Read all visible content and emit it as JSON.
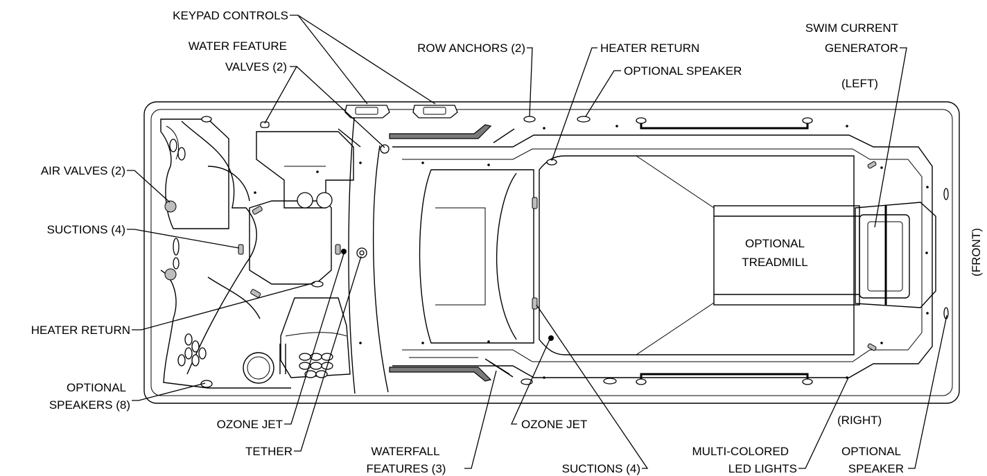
{
  "labels": {
    "keypad_controls": "KEYPAD CONTROLS",
    "water_feature_valves_line1": "WATER FEATURE",
    "water_feature_valves_line2": "VALVES (2)",
    "row_anchors": "ROW ANCHORS (2)",
    "heater_return_top": "HEATER RETURN",
    "optional_speaker_top": "OPTIONAL SPEAKER",
    "swim_current_line1": "SWIM CURRENT",
    "swim_current_line2": "GENERATOR",
    "left_side": "(LEFT)",
    "air_valves": "AIR VALVES (2)",
    "suctions_left": "SUCTIONS (4)",
    "heater_return_left": "HEATER RETURN",
    "optional_speakers_line1": "OPTIONAL",
    "optional_speakers_line2": "SPEAKERS (8)",
    "front_side": "(FRONT)",
    "treadmill_line1": "OPTIONAL",
    "treadmill_line2": "TREADMILL",
    "ozone_jet_left": "OZONE JET",
    "tether": "TETHER",
    "waterfall_line1": "WATERFALL",
    "waterfall_line2": "FEATURES (3)",
    "ozone_jet_right": "OZONE JET",
    "suctions_bottom": "SUCTIONS (4)",
    "led_line1": "MULTI-COLORED",
    "led_line2": "LED LIGHTS",
    "right_side": "(RIGHT)",
    "optional_speaker_bottom_line1": "OPTIONAL",
    "optional_speaker_bottom_line2": "SPEAKER"
  }
}
